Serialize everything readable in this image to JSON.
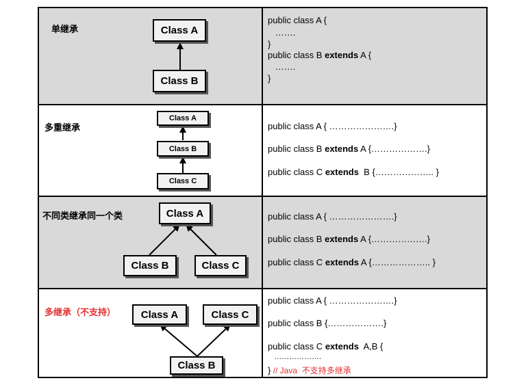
{
  "rows": [
    {
      "label": "单继承",
      "boxes": [
        "Class A",
        "Class B"
      ],
      "code": [
        {
          "pre": "public class A {",
          "kw": "",
          "post": ""
        },
        {
          "pre": "   …….",
          "kw": "",
          "post": ""
        },
        {
          "pre": "}",
          "kw": "",
          "post": ""
        },
        {
          "pre": "public class B ",
          "kw": "extends",
          "post": " A {"
        },
        {
          "pre": "   …….",
          "kw": "",
          "post": ""
        },
        {
          "pre": "}",
          "kw": "",
          "post": ""
        }
      ]
    },
    {
      "label": "多重继承",
      "boxes": [
        "Class A",
        "Class B",
        "Class C"
      ],
      "code": [
        {
          "pre": "public class A { ………………….}",
          "kw": "",
          "post": ""
        },
        {
          "pre": "public class B ",
          "kw": "extends",
          "post": " A {……………….}"
        },
        {
          "pre": "public class C ",
          "kw": "extends",
          "post": "  B {……………….. }"
        }
      ]
    },
    {
      "label": "不同类继承同一个类",
      "boxes": [
        "Class A",
        "Class B",
        "Class C"
      ],
      "code": [
        {
          "pre": "public class A { ………………….}",
          "kw": "",
          "post": ""
        },
        {
          "pre": "public class B ",
          "kw": "extends",
          "post": " A {……………….}"
        },
        {
          "pre": "public class C ",
          "kw": "extends",
          "post": " A {……………….. }"
        }
      ]
    },
    {
      "label": "多继承（不支持）",
      "boxes": [
        "Class A",
        "Class C",
        "Class B"
      ],
      "code": [
        {
          "pre": "public class A { ………………….}",
          "kw": "",
          "post": ""
        },
        {
          "pre": "public class B {……………….}",
          "kw": "",
          "post": ""
        },
        {
          "pre": "public class C ",
          "kw": "extends",
          "post": "  A,B {"
        },
        {
          "pre": "   ……………….",
          "kw": "",
          "post": ""
        }
      ],
      "closing": "}",
      "comment": " // Java  不支持多继承"
    }
  ],
  "colors": {
    "shade": "#d9d9d9",
    "warning": "#e53030"
  }
}
